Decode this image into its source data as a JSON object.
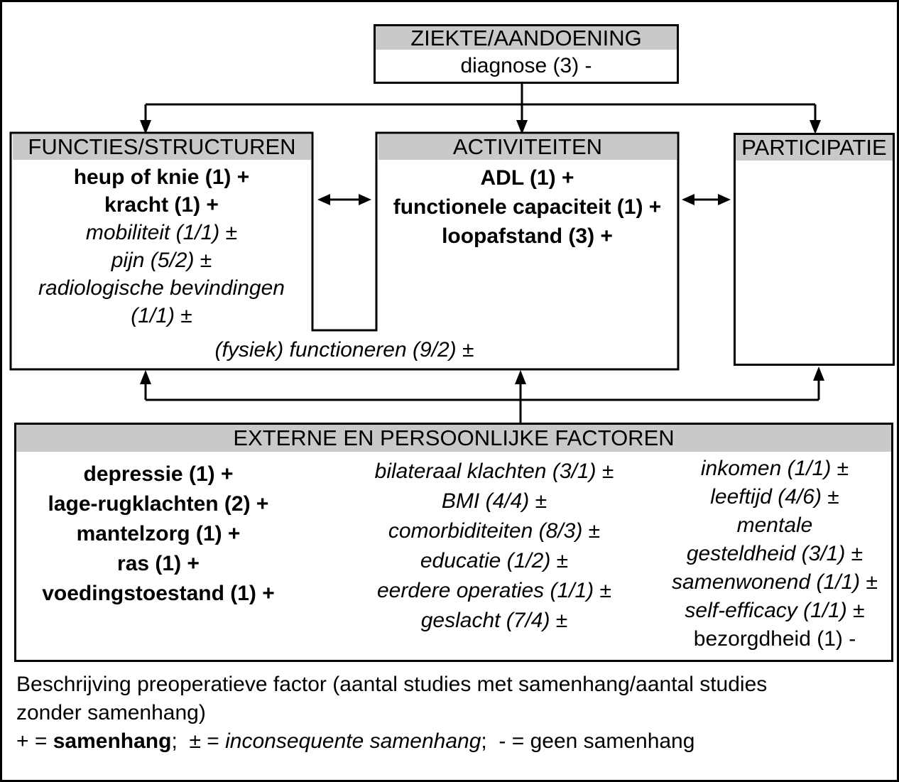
{
  "top_box": {
    "header": "ZIEKTE/AANDOENING",
    "body": "diagnose (3) -"
  },
  "functions_box": {
    "header": "FUNCTIES/STRUCTUREN",
    "items": [
      "heup of knie (1) +",
      "kracht (1) +",
      "mobiliteit (1/1) ±",
      "pijn (5/2) ±",
      "radiologische bevindingen",
      "(1/1) ±"
    ]
  },
  "activities_box": {
    "header": "ACTIVITEITEN",
    "items": [
      "ADL (1) +",
      "functionele capaciteit (1) +",
      "loopafstand (3) +"
    ]
  },
  "shared_item": "(fysiek) functioneren (9/2) ±",
  "participation_box": {
    "header": "PARTICIPATIE"
  },
  "factors_box": {
    "header": "EXTERNE EN PERSOONLIJKE FACTOREN",
    "col1": [
      "depressie (1) +",
      "lage-rugklachten (2) +",
      "mantelzorg (1) +",
      "ras (1) +",
      "voedingstoestand (1) +"
    ],
    "col2": [
      "bilateraal klachten (3/1) ±",
      "BMI (4/4) ±",
      "comorbiditeiten (8/3) ±",
      "educatie (1/2) ±",
      "eerdere operaties (1/1) ±",
      "geslacht (7/4) ±"
    ],
    "col3": [
      "inkomen (1/1) ±",
      "leeftijd (4/6) ±",
      "mentale",
      "gesteldheid (3/1) ±",
      "samenwonend (1/1) ±",
      "self-efficacy (1/1) ±",
      "bezorgdheid (1) -"
    ]
  },
  "legend": {
    "line1": "Beschrijving preoperatieve factor (aantal studies met samenhang/aantal studies",
    "line2": "zonder samenhang)",
    "line3": {
      "seg1": "+ = ",
      "seg2": "samenhang",
      "seg3": ";  ± = ",
      "seg4": "inconsequente samenhang",
      "seg5": ";  - = geen samenhang"
    }
  },
  "colors": {
    "header_bg": "#c9c9c9",
    "line": "#000000"
  }
}
